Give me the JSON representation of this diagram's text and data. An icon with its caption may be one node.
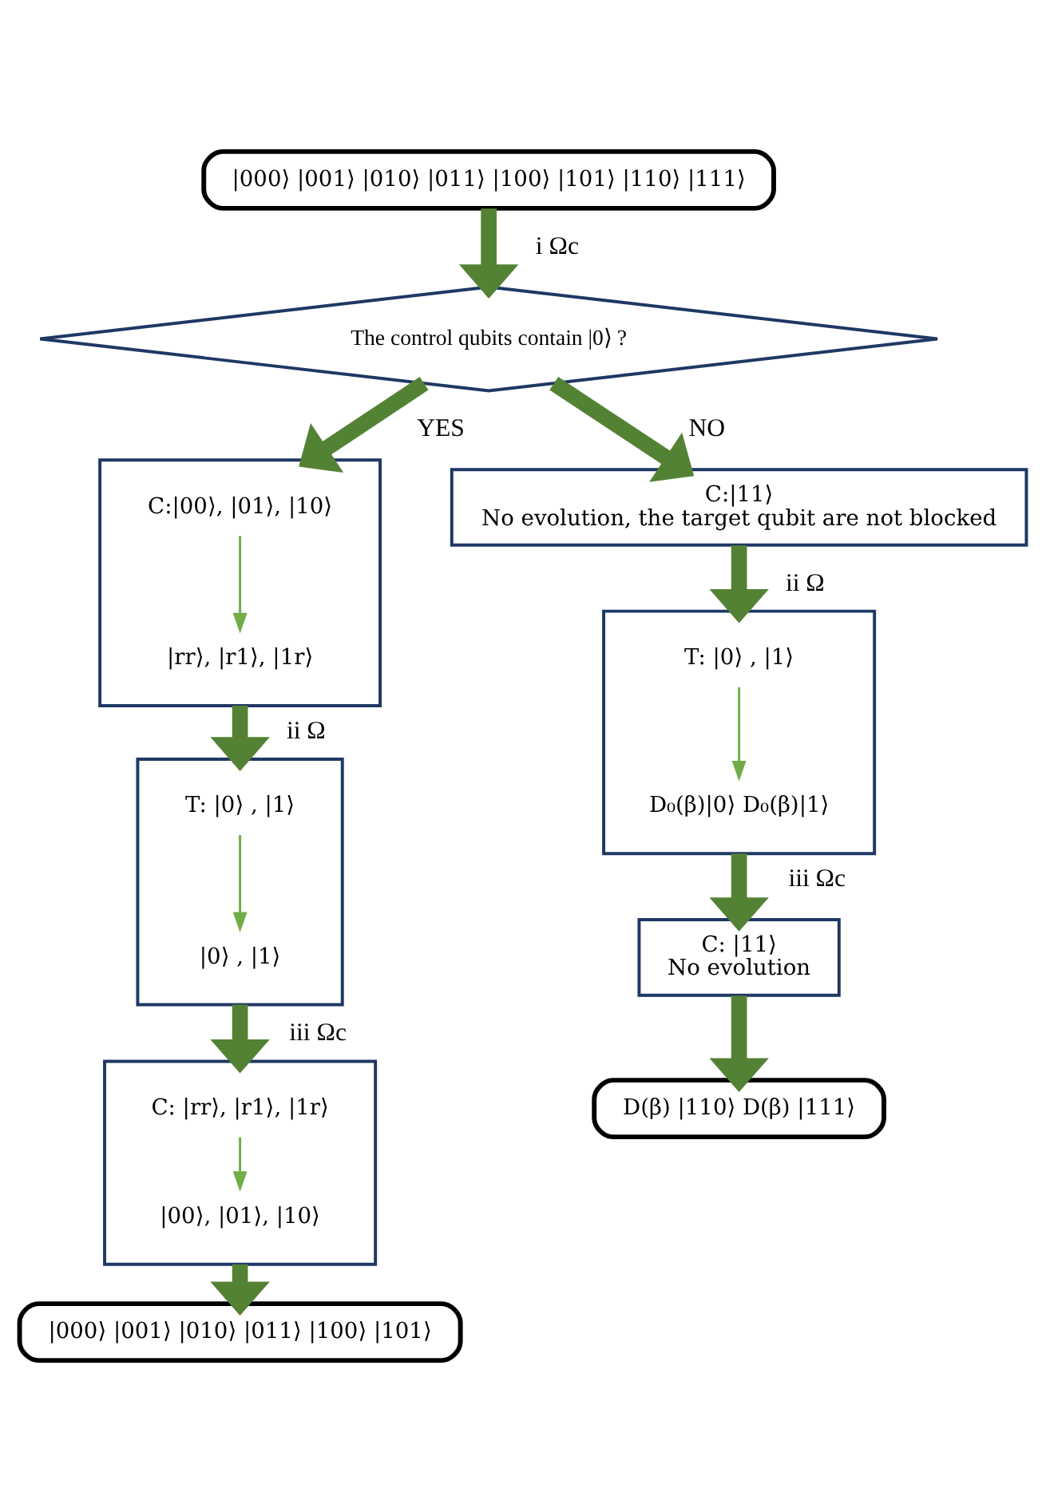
{
  "diagram": {
    "nodes": [
      {
        "text": [
          "|000⟩ |001⟩ |010⟩ |011⟩ |100⟩ |101⟩ |110⟩ |111⟩"
        ]
      },
      {
        "text": [
          "The control qubits contain |0⟩ ?"
        ]
      },
      {
        "text": [],
        "shape": "box"
      },
      {
        "text": [
          "C:|00⟩, |01⟩, |10⟩"
        ],
        "in": 2
      },
      {
        "text": [
          "|rr⟩, |r1⟩, |1r⟩"
        ],
        "in": 2
      },
      {
        "text": [],
        "shape": "box"
      },
      {
        "text": [
          "T: |0⟩ , |1⟩"
        ],
        "in": 5
      },
      {
        "text": [
          "|0⟩ , |1⟩"
        ],
        "in": 5
      },
      {
        "text": [],
        "shape": "box"
      },
      {
        "text": [
          "C: |rr⟩, |r1⟩, |1r⟩"
        ],
        "in": 8
      },
      {
        "text": [
          "|00⟩, |01⟩, |10⟩"
        ],
        "in": 8
      },
      {
        "text": [
          "|000⟩ |001⟩ |010⟩ |011⟩ |100⟩ |101⟩"
        ]
      },
      {
        "text": [
          "C:|11⟩",
          "No evolution, the target qubit are not blocked"
        ]
      },
      {
        "text": [],
        "shape": "box"
      },
      {
        "text": [
          "T: |0⟩ , |1⟩"
        ],
        "in": 13
      },
      {
        "text": [
          "D₀(β)|0⟩ D₀(β)|1⟩"
        ],
        "in": 13
      },
      {
        "text": [
          "C: |11⟩",
          "No evolution"
        ]
      },
      {
        "text": [
          "D(β) |110⟩ D(β) |111⟩"
        ]
      }
    ],
    "edges": [
      {
        "from": 0,
        "to": 1,
        "arrow": "to",
        "label": "i Ωc"
      },
      {
        "from": 1,
        "to": 2,
        "arrow": "to",
        "label": "YES"
      },
      {
        "from": 1,
        "to": 12,
        "arrow": "to",
        "label": "NO"
      },
      {
        "from": 3,
        "to": 4,
        "arrow": "to",
        "color": "#70ad47"
      },
      {
        "from": 2,
        "to": 5,
        "arrow": "to",
        "label": "ii Ω"
      },
      {
        "from": 12,
        "to": 13,
        "arrow": "to",
        "label": "ii Ω"
      },
      {
        "from": 6,
        "to": 7,
        "arrow": "to",
        "color": "#70ad47"
      },
      {
        "from": 14,
        "to": 15,
        "arrow": "to",
        "color": "#70ad47"
      },
      {
        "from": 5,
        "to": 8,
        "arrow": "to",
        "label": "iii Ωc"
      },
      {
        "from": 13,
        "to": 16,
        "arrow": "to",
        "label": "iii Ωc"
      },
      {
        "from": 9,
        "to": 10,
        "arrow": "to",
        "color": "#70ad47"
      },
      {
        "from": 8,
        "to": 11,
        "arrow": "to"
      },
      {
        "from": 16,
        "to": 17,
        "arrow": "to"
      }
    ]
  }
}
